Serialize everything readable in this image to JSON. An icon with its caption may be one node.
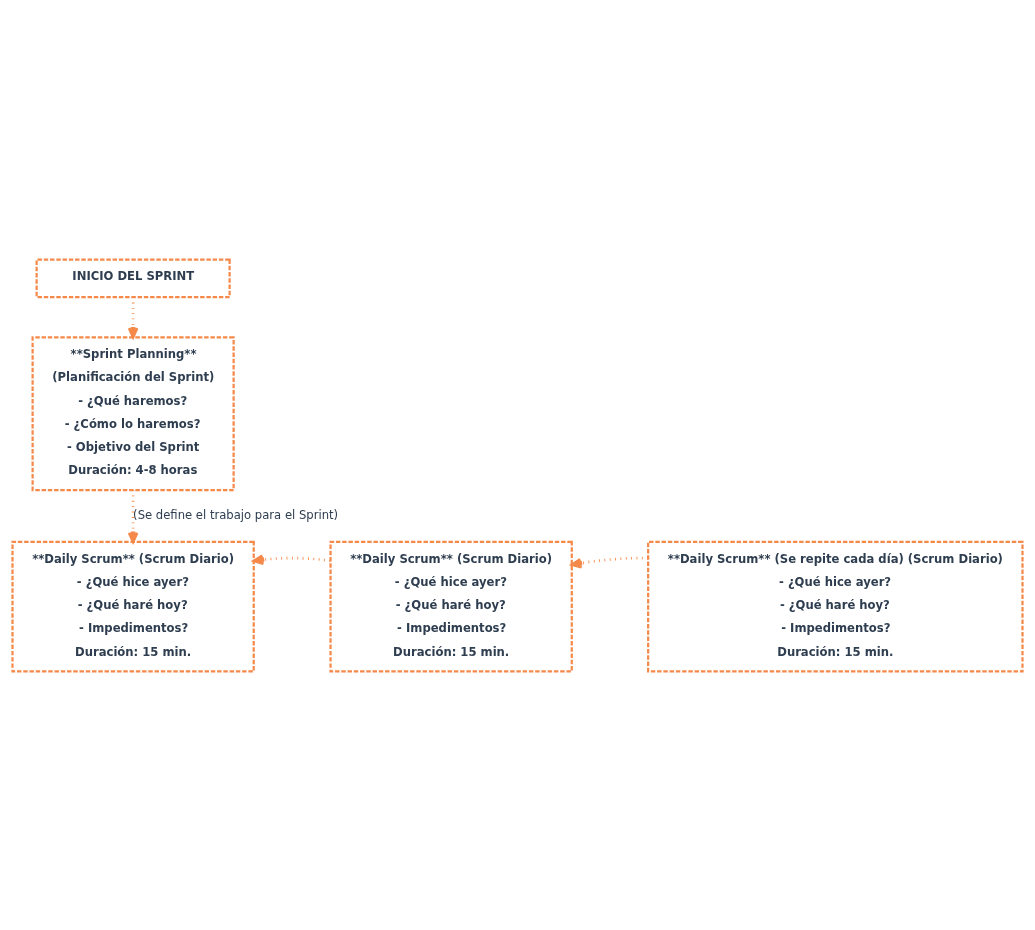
{
  "diagram": {
    "nodes": [
      {
        "text": [
          "INICIO DEL SPRINT"
        ]
      },
      {
        "text": [
          "**Sprint Planning**",
          "(Planificación del Sprint)",
          "- ¿Qué haremos?",
          "- ¿Cómo lo haremos?",
          "- Objetivo del Sprint",
          "Duración: 4-8 horas"
        ]
      },
      {
        "text": [
          "**Daily Scrum** (Scrum Diario)",
          "- ¿Qué hice ayer?",
          "- ¿Qué haré hoy?",
          "- Impedimentos?",
          "Duración: 15 min."
        ]
      },
      {
        "text": [
          "**Daily Scrum** (Scrum Diario)",
          "- ¿Qué hice ayer?",
          "- ¿Qué haré hoy?",
          "- Impedimentos?",
          "Duración: 15 min."
        ]
      },
      {
        "text": [
          "**Daily Scrum** (Se repite cada día) (Scrum Diario)",
          "- ¿Qué hice ayer?",
          "- ¿Qué haré hoy?",
          "- Impedimentos?",
          "Duración: 15 min."
        ]
      }
    ],
    "edges": [
      {
        "from": 0,
        "to": 1,
        "arrow": "to"
      },
      {
        "from": 1,
        "to": 2,
        "arrow": "to",
        "label": "(Se define el trabajo para el Sprint)"
      },
      {
        "from": 3,
        "to": 2,
        "arrow": "to"
      },
      {
        "from": 4,
        "to": 3,
        "arrow": "to"
      }
    ]
  }
}
